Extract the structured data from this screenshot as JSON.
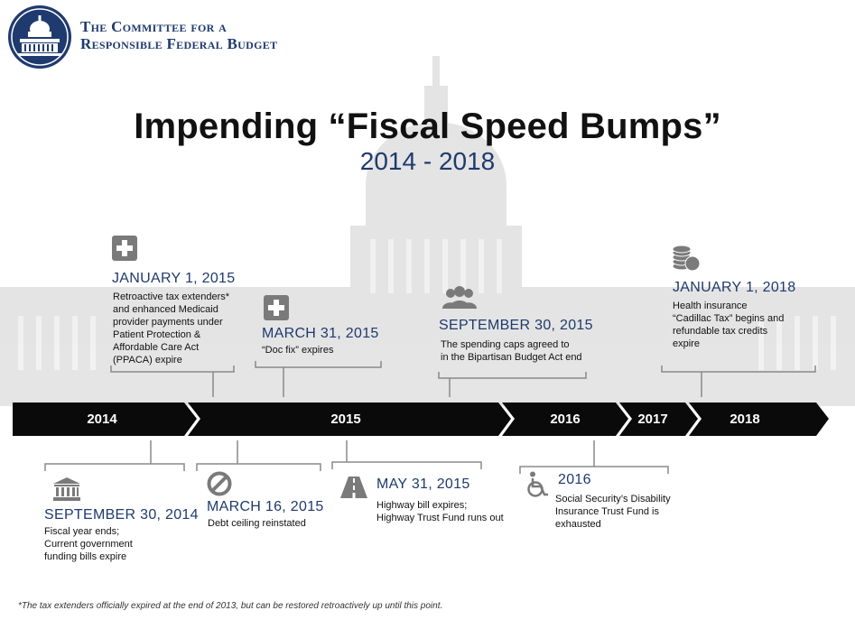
{
  "organization": {
    "line1": "The Committee for a",
    "line2": "Responsible Federal Budget"
  },
  "title": "Impending “Fiscal Speed Bumps”",
  "subtitle": "2014 - 2018",
  "years": [
    "2014",
    "2015",
    "2016",
    "2017",
    "2018"
  ],
  "events_above": [
    {
      "icon": "medical-cross-icon",
      "date": "JANUARY 1, 2015",
      "desc": "Retroactive tax extenders*\nand enhanced Medicaid\nprovider payments under\nPatient Protection &\nAffordable Care Act\n(PPACA) expire"
    },
    {
      "icon": "medical-cross-icon",
      "date": "MARCH 31, 2015",
      "desc": "“Doc fix” expires"
    },
    {
      "icon": "people-icon",
      "date": "SEPTEMBER 30, 2015",
      "desc": "The spending caps agreed to\nin the Bipartisan Budget Act end"
    },
    {
      "icon": "coins-icon",
      "date": "JANUARY 1, 2018",
      "desc": "Health insurance\n“Cadillac Tax” begins and\nrefundable tax credits\nexpire"
    }
  ],
  "events_below": [
    {
      "icon": "government-building-icon",
      "date": "SEPTEMBER 30, 2014",
      "desc": "Fiscal year ends;\nCurrent government\nfunding bills expire"
    },
    {
      "icon": "prohibited-icon",
      "date": "MARCH 16, 2015",
      "desc": "Debt ceiling reinstated"
    },
    {
      "icon": "highway-icon",
      "date": "MAY 31, 2015",
      "desc": "Highway bill expires;\nHighway Trust Fund runs out"
    },
    {
      "icon": "wheelchair-icon",
      "date": "2016",
      "desc": "Social Security’s Disability\nInsurance Trust Fund is\nexhausted"
    }
  ],
  "footnote": "*The tax extenders officially expired at the end of 2013, but can be restored retroactively up until this point.",
  "colors": {
    "navy": "#1f3a6e",
    "arrow": "#0a0a0a",
    "bracket": "#8a8a8a",
    "icon_gray": "#7a7a7a"
  }
}
